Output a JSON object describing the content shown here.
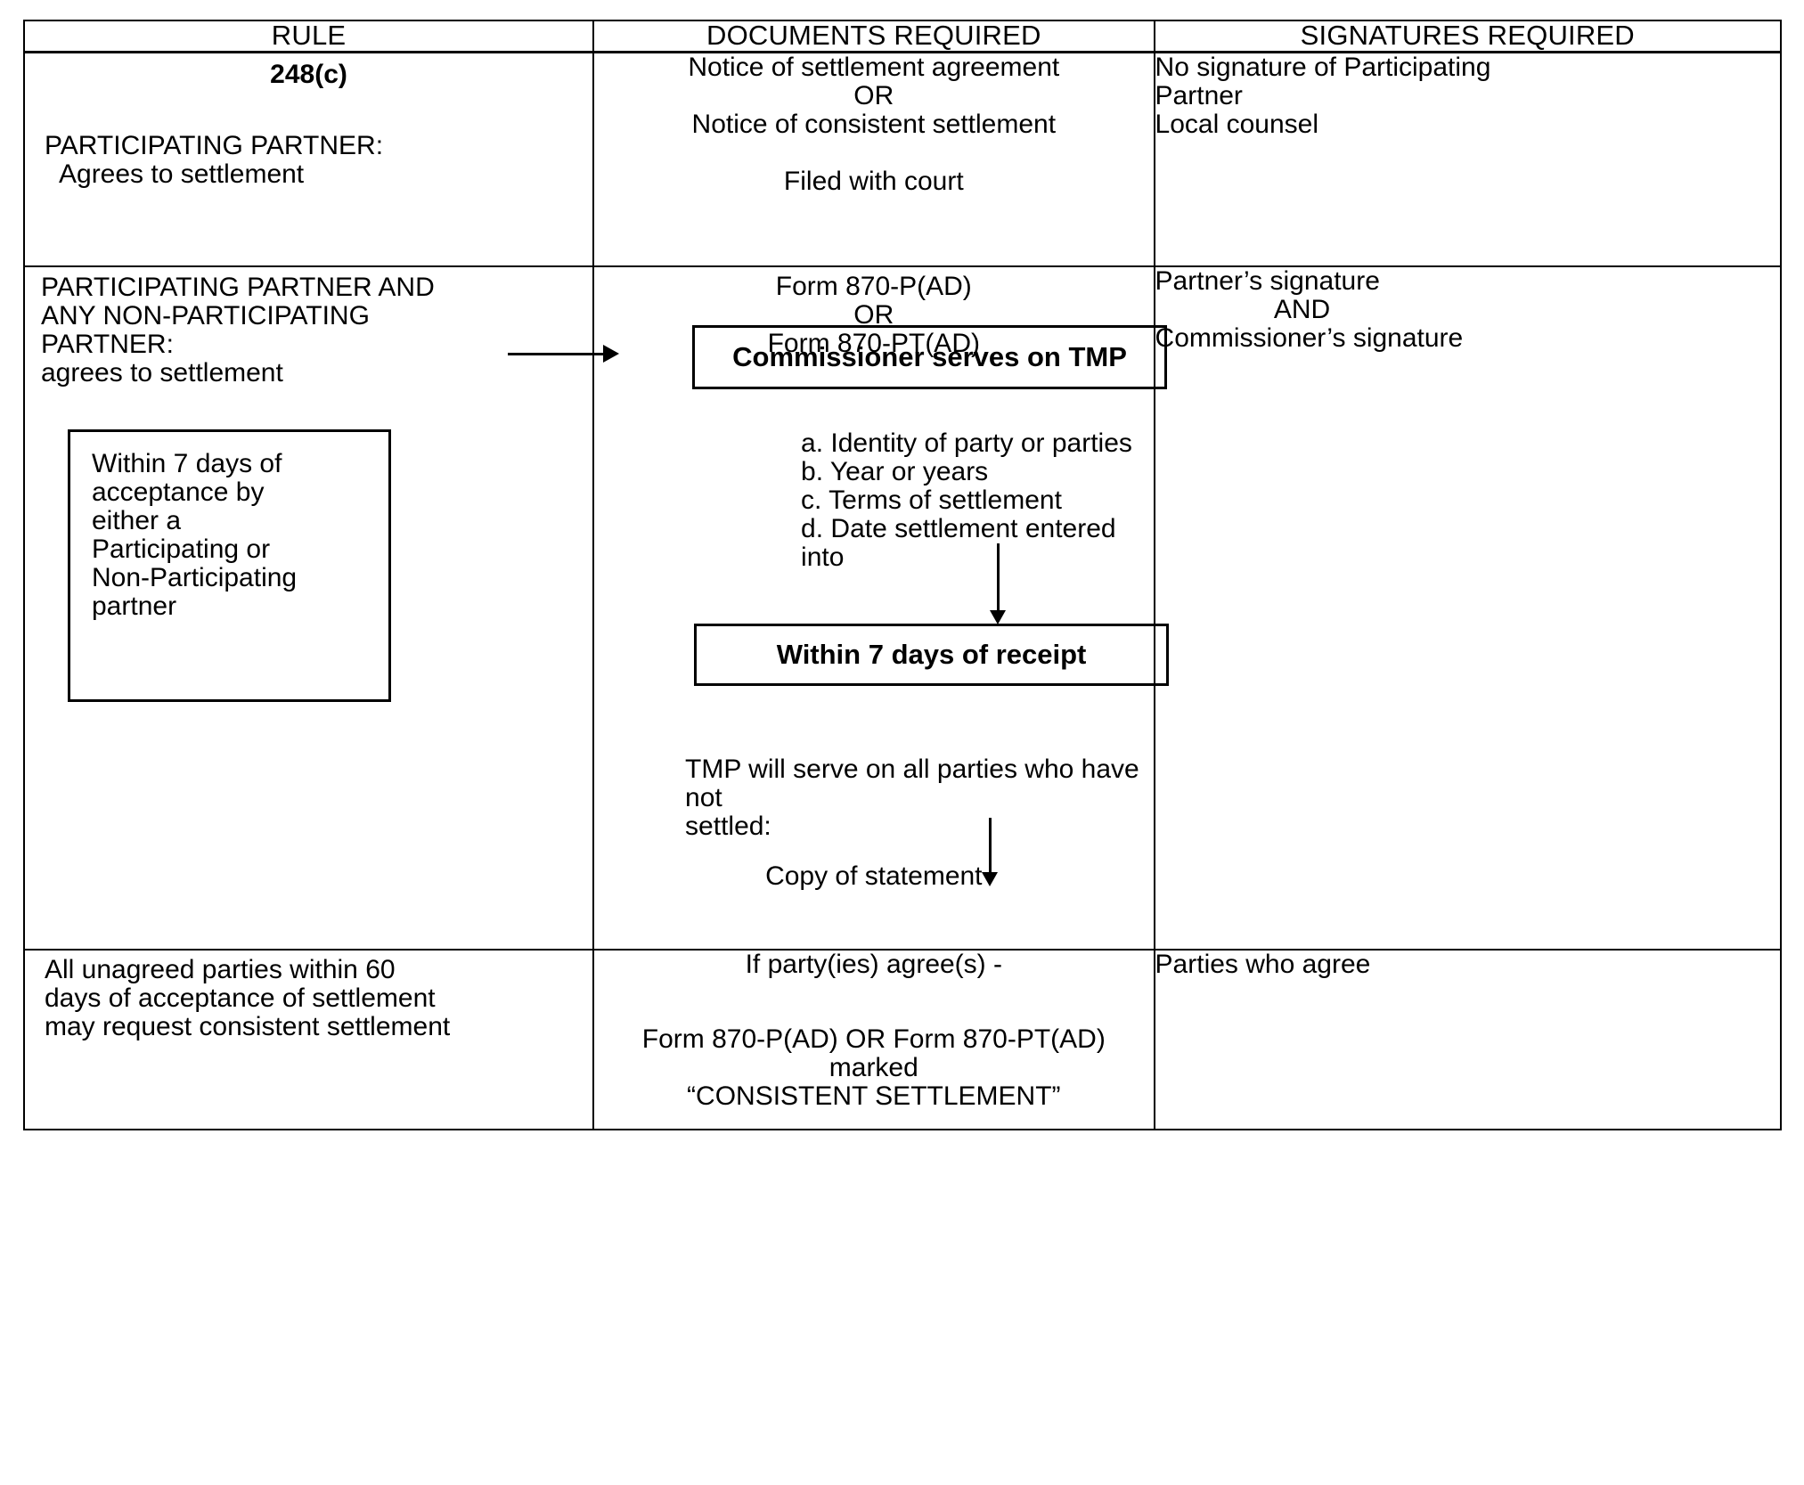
{
  "table": {
    "headers": {
      "rule": "RULE",
      "documents": "DOCUMENTS REQUIRED",
      "signatures": "SIGNATURES REQUIRED"
    },
    "rows": [
      {
        "rule": {
          "number": "248(c)",
          "title": "PARTICIPATING PARTNER:",
          "subtitle": "Agrees to settlement"
        },
        "documents": {
          "line1": "Notice of settlement agreement",
          "line2": "OR",
          "line3": "Notice of consistent settlement",
          "line4": "Filed with court"
        },
        "signatures": {
          "line1": "No signature of Participating",
          "line2": "Partner",
          "line3": "Local counsel"
        }
      },
      {
        "rule": {
          "heading_line1": "PARTICIPATING PARTNER AND",
          "heading_line2": "ANY NON-PARTICIPATING",
          "heading_line3": "PARTNER:",
          "heading_line4": "agrees to settlement",
          "timing_box": {
            "line1": "Within 7 days of",
            "line2": "acceptance by",
            "line3": "either a",
            "line4": "Participating or",
            "line5": "Non-Participating",
            "line6": "partner"
          }
        },
        "documents": {
          "form1": "Form 870-P(AD)",
          "or": "OR",
          "form2": "Form 870-PT(AD)",
          "box_commissioner": "Commissioner serves on TMP",
          "items": [
            "a. Identity of party or parties",
            "b. Year or years",
            "c. Terms of settlement",
            "d. Date settlement entered into"
          ],
          "box_receipt": "Within 7 days of receipt",
          "tmp_line1": "TMP will serve on all parties who have not",
          "tmp_line2": "settled:",
          "copy_of_statement": "Copy of statement"
        },
        "signatures": {
          "line1": "Partner’s signature",
          "line2": "AND",
          "line3": "Commissioner’s signature"
        }
      },
      {
        "rule": {
          "line1": "All unagreed parties within 60",
          "line2": "days of acceptance of settlement",
          "line3": "may request consistent settlement"
        },
        "documents": {
          "line1": "If party(ies) agree(s) -",
          "line2": "Form 870-P(AD) OR Form 870-PT(AD)",
          "line3": "marked",
          "line4": "“CONSISTENT SETTLEMENT”"
        },
        "signatures": {
          "line1": "Parties who agree"
        }
      }
    ]
  },
  "icons": {
    "arrow_right": "arrow-right-icon",
    "arrow_down": "arrow-down-icon"
  },
  "colors": {
    "ink": "#000000",
    "paper": "#ffffff"
  }
}
